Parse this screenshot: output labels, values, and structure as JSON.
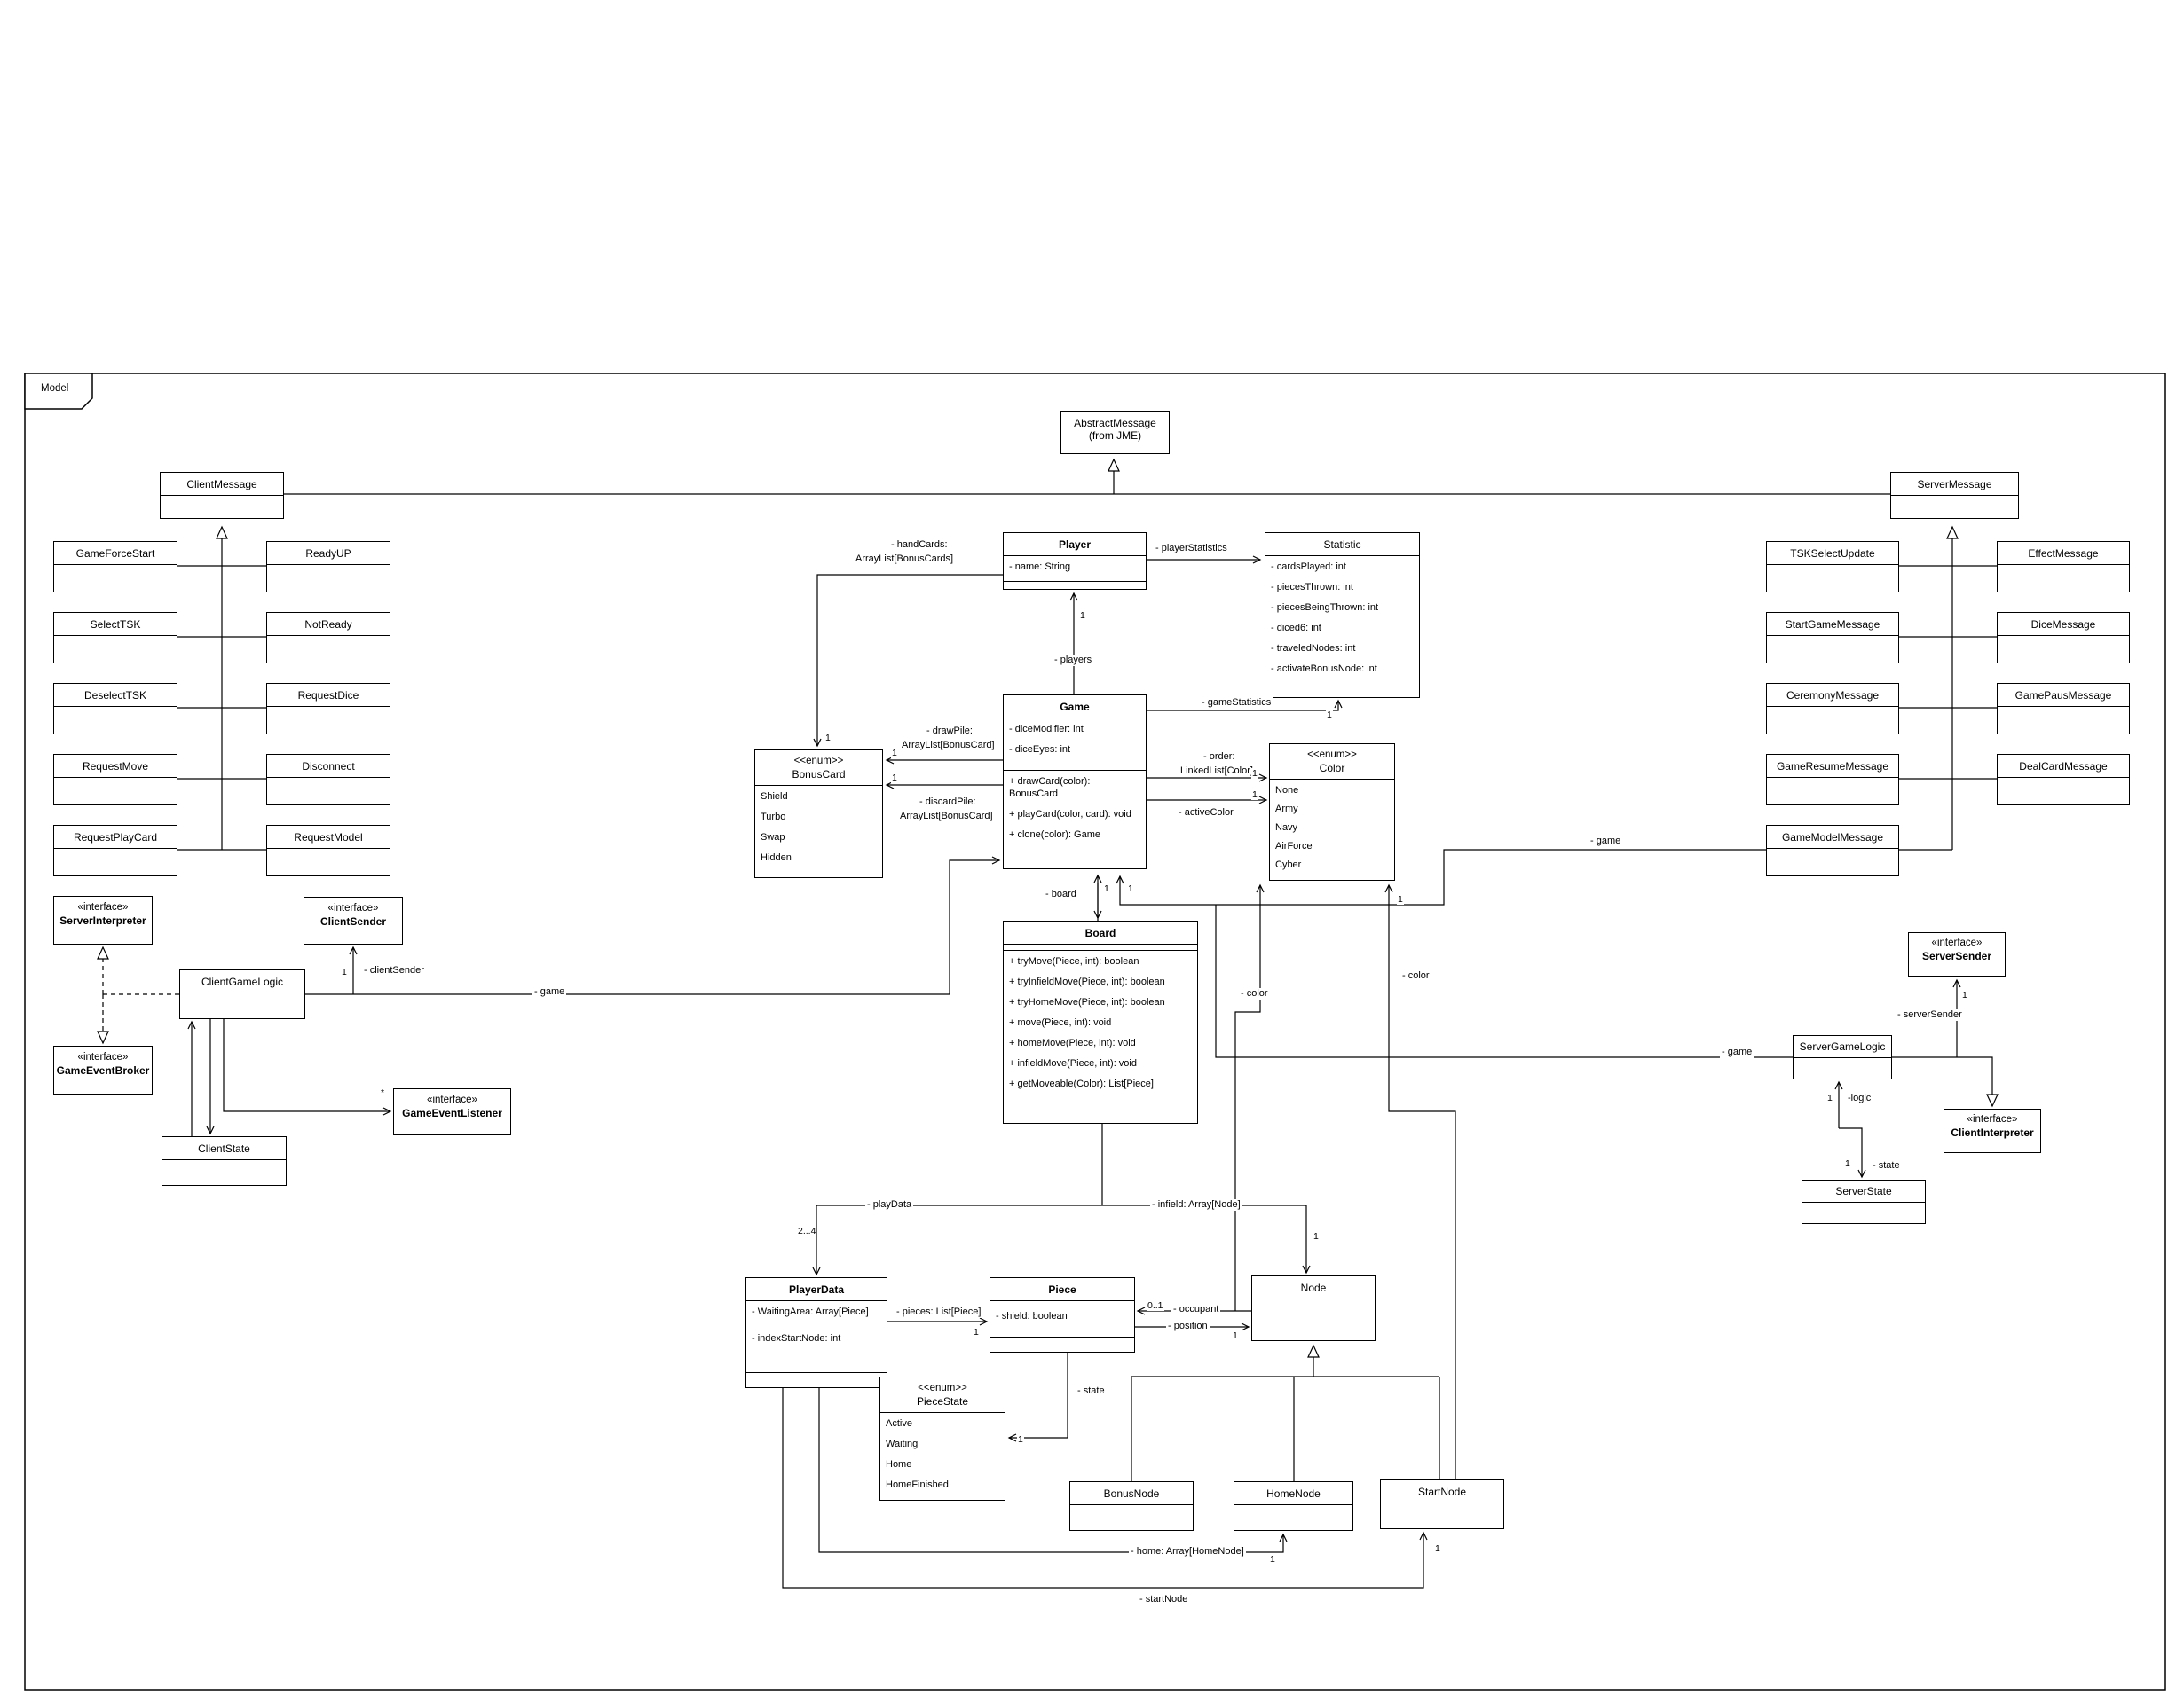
{
  "frame": {
    "tab": "Model"
  },
  "mult": {
    "one": "1",
    "star": "*",
    "zero_one": "0..1",
    "two_four": "2...4"
  },
  "labels": {
    "playerStatistics": "- playerStatistics",
    "handCards1": "- handCards:",
    "handCards2": "ArrayList[BonusCards]",
    "players": "- players",
    "drawPile1": "- drawPile:",
    "drawPile2": "ArrayList[BonusCard]",
    "discardPile1": "- discardPile:",
    "discardPile2": "ArrayList[BonusCard]",
    "gameStatistics": "- gameStatistics",
    "order1": "- order:",
    "order2": "LinkedList[Color]",
    "activeColor": "- activeColor",
    "board": "- board",
    "gameClient": "- game",
    "gameServer": "- game",
    "gameModel": "- game",
    "clientSender": "- clientSender",
    "serverSender": "- serverSender",
    "logic": "-logic",
    "stateServer": "- state",
    "playData": "- playData",
    "infield": "- infield: Array[Node]",
    "pieces": "- pieces: List[Piece]",
    "occupant": "- occupant",
    "position": "- position",
    "statePiece": "- state",
    "colorPiece": "- color",
    "colorStart": "- color",
    "home": "- home: Array[HomeNode]",
    "startNode": "- startNode"
  },
  "classes": {
    "abstract_message": {
      "name": "AbstractMessage",
      "from": "(from JME)"
    },
    "client_message": {
      "name": "ClientMessage"
    },
    "game_force_start": {
      "name": "GameForceStart"
    },
    "ready_up": {
      "name": "ReadyUP"
    },
    "select_tsk": {
      "name": "SelectTSK"
    },
    "not_ready": {
      "name": "NotReady"
    },
    "deselect_tsk": {
      "name": "DeselectTSK"
    },
    "request_dice": {
      "name": "RequestDice"
    },
    "request_move": {
      "name": "RequestMove"
    },
    "disconnect": {
      "name": "Disconnect"
    },
    "request_play_card": {
      "name": "RequestPlayCard"
    },
    "request_model": {
      "name": "RequestModel"
    },
    "server_message": {
      "name": "ServerMessage"
    },
    "tsk_select_update": {
      "name": "TSKSelectUpdate"
    },
    "effect_message": {
      "name": "EffectMessage"
    },
    "start_game_message": {
      "name": "StartGameMessage"
    },
    "dice_message": {
      "name": "DiceMessage"
    },
    "ceremony_message": {
      "name": "CeremonyMessage"
    },
    "game_paus_message": {
      "name": "GamePausMessage"
    },
    "game_resume_message": {
      "name": "GameResumeMessage"
    },
    "deal_card_message": {
      "name": "DealCardMessage"
    },
    "game_model_message": {
      "name": "GameModelMessage"
    },
    "player": {
      "name": "Player",
      "attrs": [
        "- name: String"
      ]
    },
    "statistic": {
      "name": "Statistic",
      "attrs": [
        "- cardsPlayed: int",
        "- piecesThrown: int",
        "- piecesBeingThrown: int",
        "- diced6: int",
        "- traveledNodes: int",
        "- activateBonusNode: int"
      ]
    },
    "game": {
      "name": "Game",
      "attrs": [
        "- diceModifier: int",
        "- diceEyes: int"
      ],
      "methods": [
        "+ drawCard(color): BonusCard",
        "+ playCard(color, card): void",
        "+ clone(color): Game"
      ]
    },
    "bonus_card": {
      "stereotype": "<<enum>>",
      "name": "BonusCard",
      "literals": [
        "Shield",
        "Turbo",
        "Swap",
        "Hidden"
      ]
    },
    "color": {
      "stereotype": "<<enum>>",
      "name": "Color",
      "literals": [
        "None",
        "Army",
        "Navy",
        "AirForce",
        "Cyber"
      ]
    },
    "board": {
      "name": "Board",
      "methods": [
        "+ tryMove(Piece, int): boolean",
        "+ tryInfieldMove(Piece, int): boolean",
        "+ tryHomeMove(Piece, int): boolean",
        "+ move(Piece, int): void",
        "+ homeMove(Piece, int): void",
        "+ infieldMove(Piece, int): void",
        "+ getMoveable(Color): List[Piece]"
      ]
    },
    "server_interpreter": {
      "stereotype": "«interface»",
      "name": "ServerInterpreter"
    },
    "client_sender": {
      "stereotype": "«interface»",
      "name": "ClientSender"
    },
    "client_game_logic": {
      "name": "ClientGameLogic"
    },
    "game_event_broker": {
      "stereotype": "«interface»",
      "name": "GameEventBroker"
    },
    "game_event_listener": {
      "stereotype": "«interface»",
      "name": "GameEventListener"
    },
    "client_state": {
      "name": "ClientState"
    },
    "server_sender": {
      "stereotype": "«interface»",
      "name": "ServerSender"
    },
    "server_game_logic": {
      "name": "ServerGameLogic"
    },
    "client_interpreter": {
      "stereotype": "«interface»",
      "name": "ClientInterpreter"
    },
    "server_state": {
      "name": "ServerState"
    },
    "player_data": {
      "name": "PlayerData",
      "attrs": [
        "- WaitingArea: Array[Piece]",
        "- indexStartNode: int"
      ]
    },
    "piece": {
      "name": "Piece",
      "attrs": [
        "- shield: boolean"
      ]
    },
    "node": {
      "name": "Node"
    },
    "piece_state": {
      "stereotype": "<<enum>>",
      "name": "PieceState",
      "literals": [
        "Active",
        "Waiting",
        "Home",
        "HomeFinished"
      ]
    },
    "bonus_node": {
      "name": "BonusNode"
    },
    "home_node": {
      "name": "HomeNode"
    },
    "start_node": {
      "name": "StartNode"
    }
  }
}
